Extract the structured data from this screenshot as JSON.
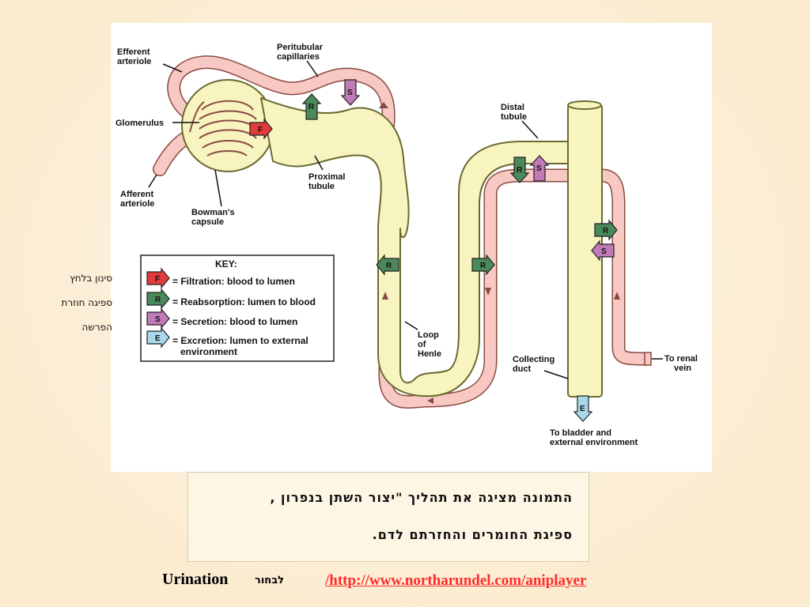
{
  "diagram": {
    "labels": {
      "efferent": [
        "Efferent",
        "arteriole"
      ],
      "peritubular": [
        "Peritubular",
        "capillaries"
      ],
      "glomerulus": "Glomerulus",
      "afferent": [
        "Afferent",
        "arteriole"
      ],
      "bowmans": [
        "Bowman's",
        "capsule"
      ],
      "proximal": [
        "Proximal",
        "tubule"
      ],
      "distal": [
        "Distal",
        "tubule"
      ],
      "loop": [
        "Loop",
        "of",
        "Henle"
      ],
      "collecting": [
        "Collecting",
        "duct"
      ],
      "renal_vein": [
        "To renal",
        "vein"
      ],
      "bladder": [
        "To bladder and",
        "external environment"
      ]
    },
    "arrow_letters": {
      "filtration": "F",
      "reabsorption": "R",
      "secretion": "S",
      "excretion": "E"
    },
    "key": {
      "title": "KEY:",
      "items": [
        {
          "letter": "F",
          "text": [
            "= Filtration: blood to lumen"
          ],
          "color": "#e23b3b"
        },
        {
          "letter": "R",
          "text": [
            "= Reabsorption: lumen to blood"
          ],
          "color": "#4a8a5a"
        },
        {
          "letter": "S",
          "text": [
            "= Secretion: blood to lumen"
          ],
          "color": "#c07ab8"
        },
        {
          "letter": "E",
          "text": [
            "= Excretion: lumen to external",
            "environment"
          ],
          "color": "#a9d8ea"
        }
      ]
    },
    "colors": {
      "blood": "#f7c9c2",
      "blood_edge": "#8a4a44",
      "lumen": "#f8f4c0",
      "lumen_edge": "#6a6a30"
    }
  },
  "side_notes": [
    "סינון בלחץ",
    "ספיגה חוזרת",
    "הפרשה"
  ],
  "caption": {
    "line1": "התמונה מציגה את תהליך \"יצור השתן בנפרון ,",
    "line2": "ספיגת החומרים והחזרתם לדם."
  },
  "footer": {
    "word": "Urination",
    "choose": "לבחור",
    "link": "/http://www.northarundel.com/aniplayer"
  }
}
